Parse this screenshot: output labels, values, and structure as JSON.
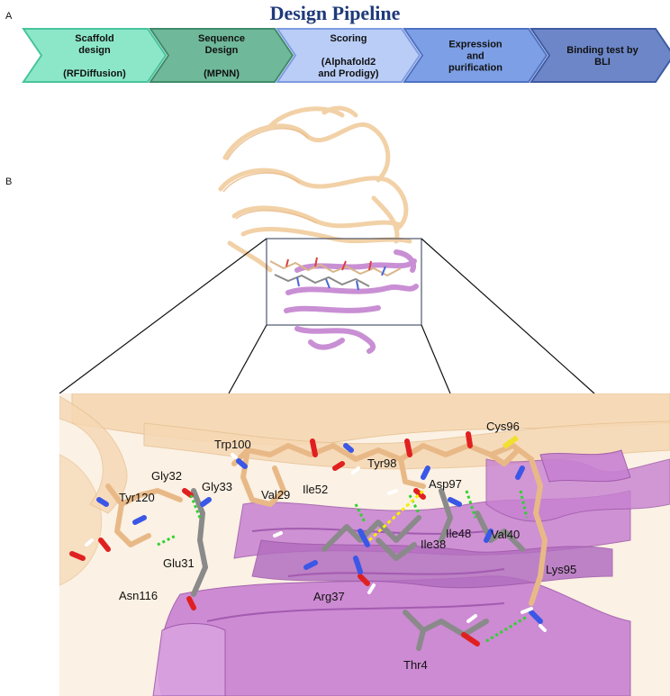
{
  "title": "Design Pipeline",
  "panel_a_label": "A",
  "panel_b_label": "B",
  "pipeline": {
    "steps": [
      {
        "lines": [
          "Scaffold",
          "design",
          "",
          "(RFDiffusion)"
        ],
        "color": "#8ce7c9",
        "stroke": "#47c49b"
      },
      {
        "lines": [
          "Sequence",
          "Design",
          "",
          "(MPNN)"
        ],
        "color": "#6fb89a",
        "stroke": "#3f8a6c"
      },
      {
        "lines": [
          "Scoring",
          "",
          "(Alphafold2",
          "and Prodigy)"
        ],
        "color": "#b9cdf7",
        "stroke": "#7e9be0"
      },
      {
        "lines": [
          "Expression",
          "and",
          "purification"
        ],
        "color": "#7d9fe6",
        "stroke": "#4f72c4"
      },
      {
        "lines": [
          "Binding test by",
          "BLI"
        ],
        "color": "#6c86c8",
        "stroke": "#3f5ba3"
      }
    ]
  },
  "residues": [
    "Trp100",
    "Cys96",
    "Gly32",
    "Tyr98",
    "Gly33",
    "Ile52",
    "Asp97",
    "Tyr120",
    "Val29",
    "Ile48",
    "Val40",
    "Ile38",
    "Lys95",
    "Glu31",
    "Asn116",
    "Arg37",
    "Thr4"
  ]
}
